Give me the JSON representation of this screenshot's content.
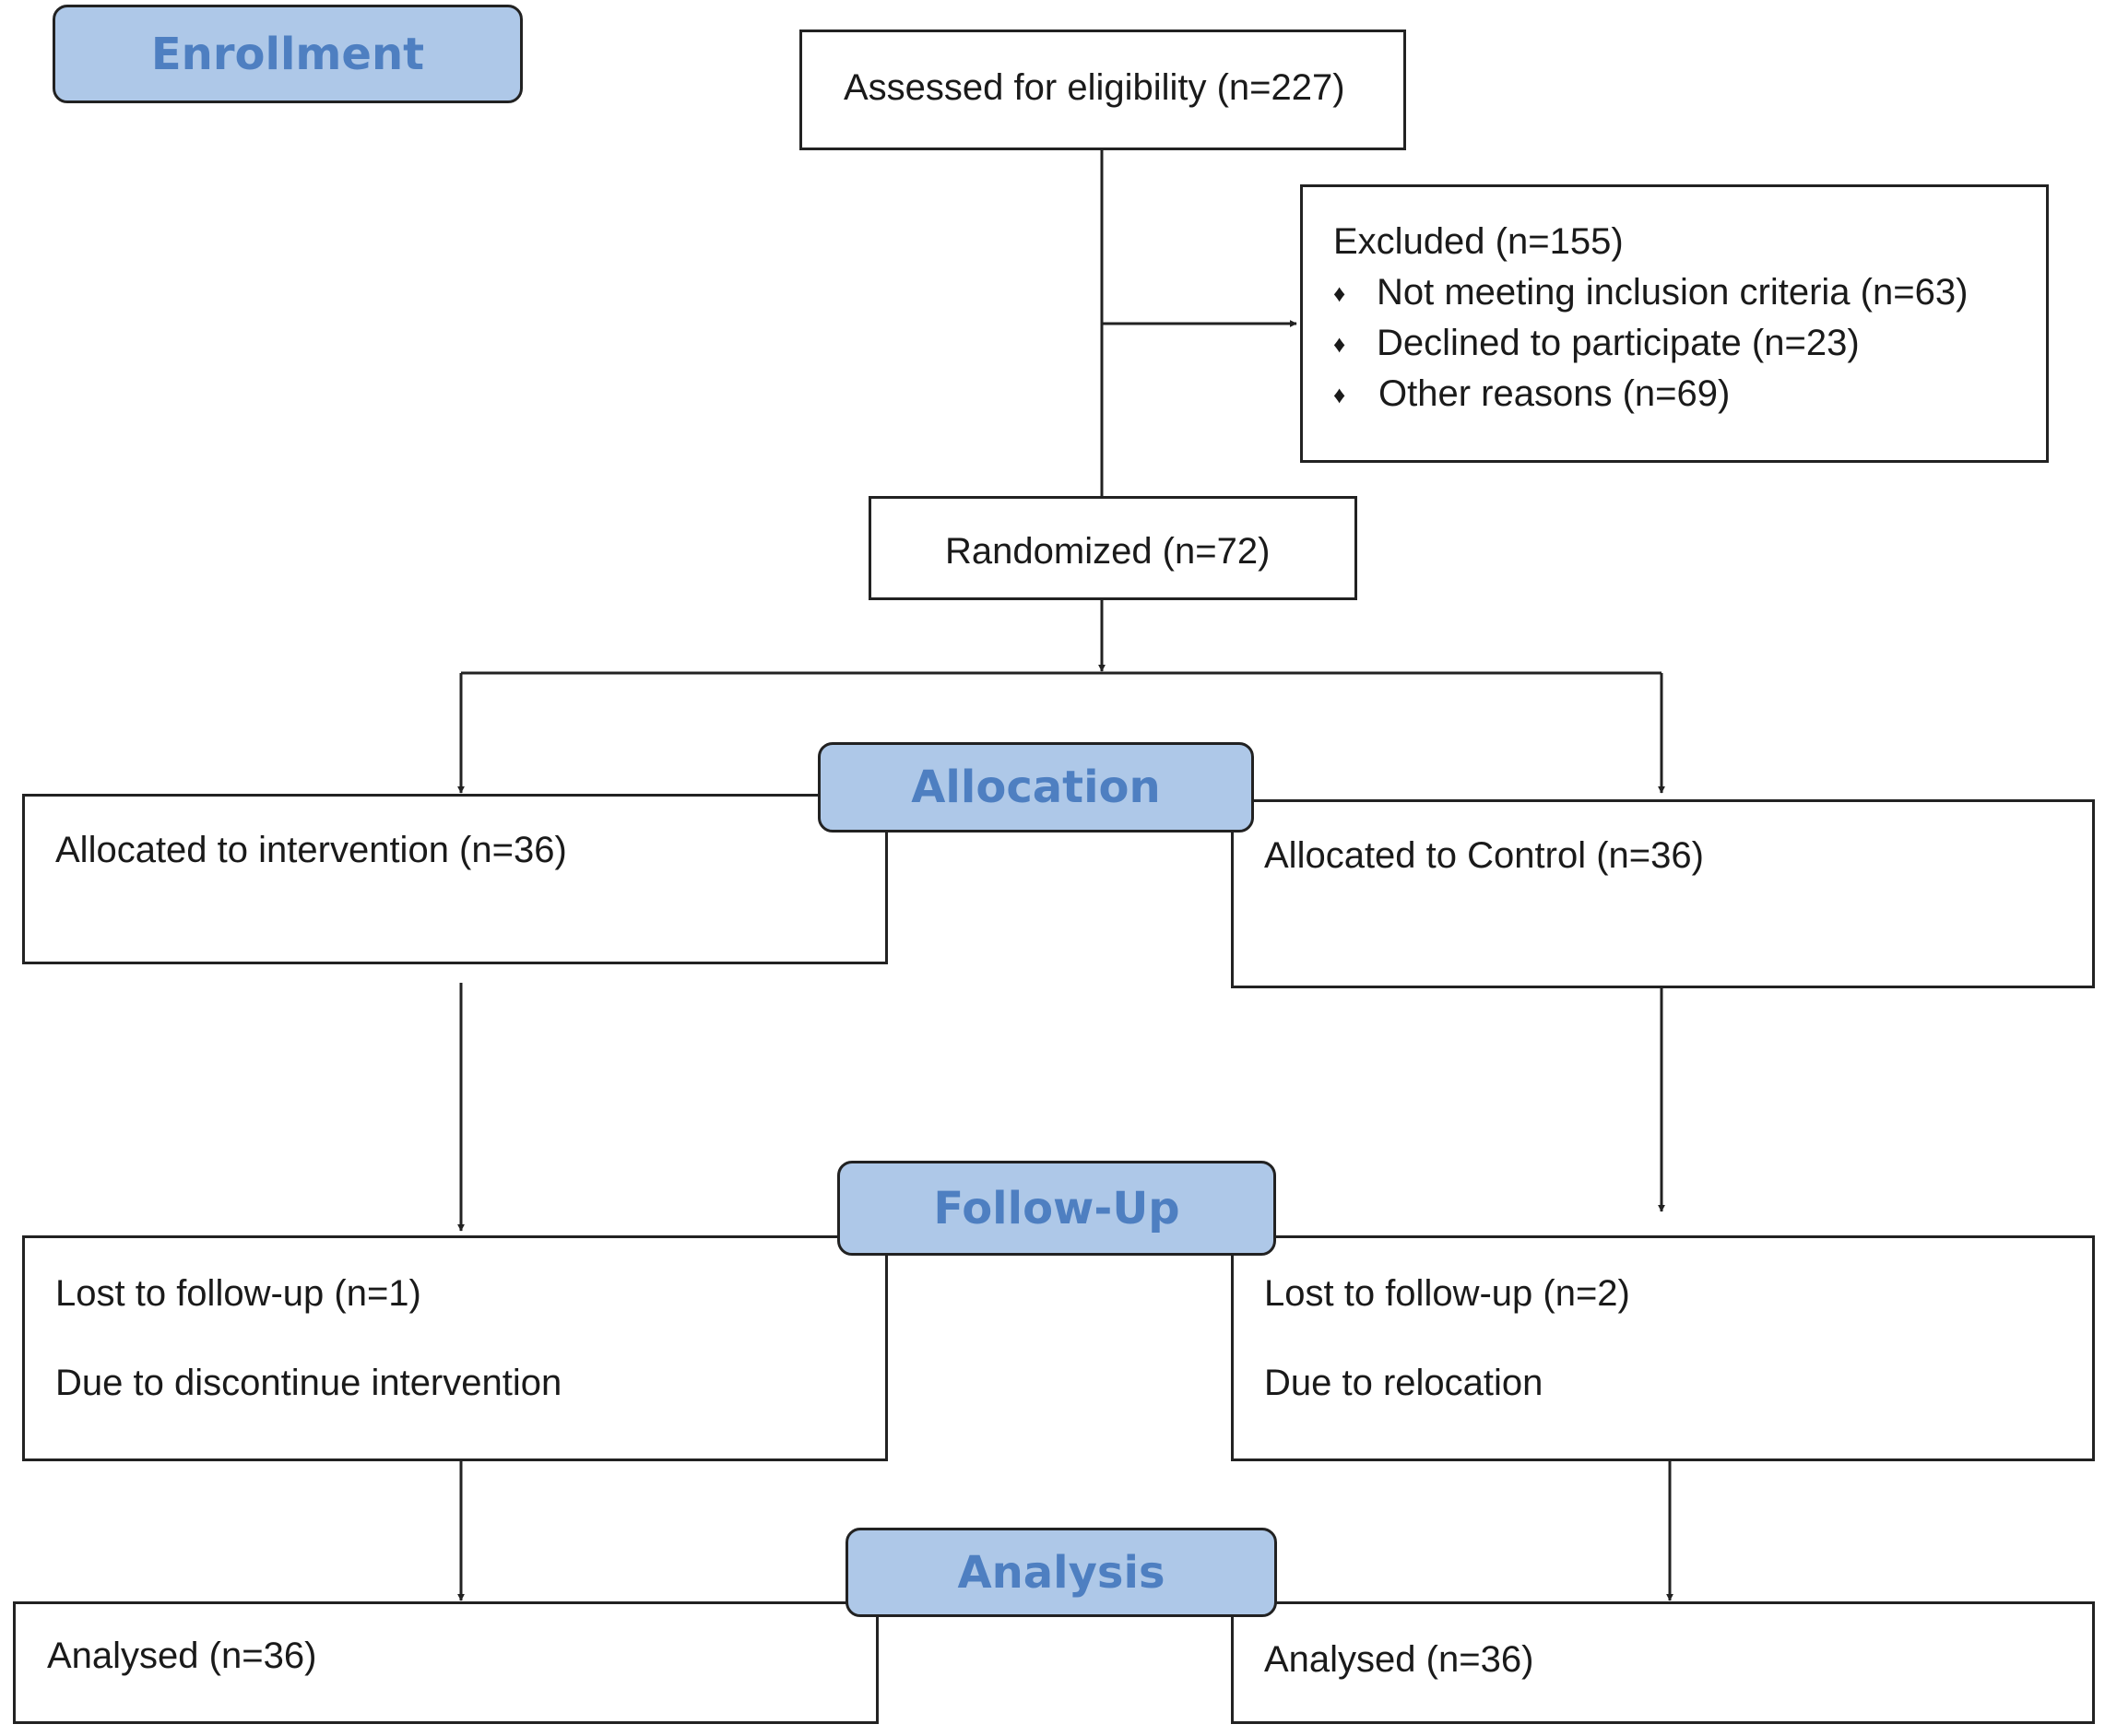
{
  "stages": {
    "enrollment": "Enrollment",
    "allocation": "Allocation",
    "follow_up": "Follow-Up",
    "analysis": "Analysis"
  },
  "enrollment": {
    "assessed": "Assessed for eligibility (n=227)",
    "excluded": {
      "title": "Excluded (n=155)",
      "bullet_glyph": "♦",
      "items": [
        "Not meeting inclusion criteria (n=63)",
        "Declined to participate (n=23)",
        "Other reasons (n=69)"
      ]
    },
    "randomized": "Randomized (n=72)"
  },
  "allocation": {
    "intervention": "Allocated to intervention (n=36)",
    "control": "Allocated to Control (n=36)"
  },
  "follow_up": {
    "intervention": {
      "lost": "Lost to follow-up (n=1)",
      "reason": "Due to discontinue intervention"
    },
    "control": {
      "lost": "Lost to follow-up (n=2)",
      "reason": "Due to relocation"
    }
  },
  "analysis": {
    "intervention": "Analysed (n=36)",
    "control": "Analysed (n=36)"
  },
  "colors": {
    "stage_fill": "#aec8e8",
    "stage_text": "#4e7fc1",
    "line": "#222222"
  }
}
